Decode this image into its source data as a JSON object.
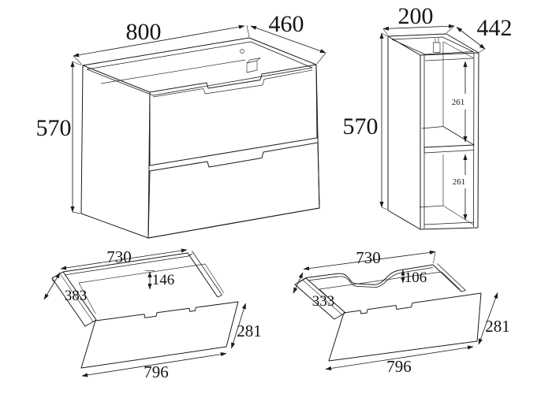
{
  "figures": {
    "vanity": {
      "width": "800",
      "depth": "460",
      "height": "570"
    },
    "side_unit": {
      "width": "200",
      "depth": "442",
      "height": "570",
      "upper_opening": "261",
      "lower_opening": "261"
    },
    "drawer_plain": {
      "top_width": "730",
      "back_notch": "146",
      "side_depth": "383",
      "front_height": "281",
      "front_width": "796"
    },
    "drawer_cutout": {
      "top_width": "730",
      "cutout_depth": "106",
      "side_depth": "333",
      "front_height": "281",
      "front_width": "796"
    }
  }
}
